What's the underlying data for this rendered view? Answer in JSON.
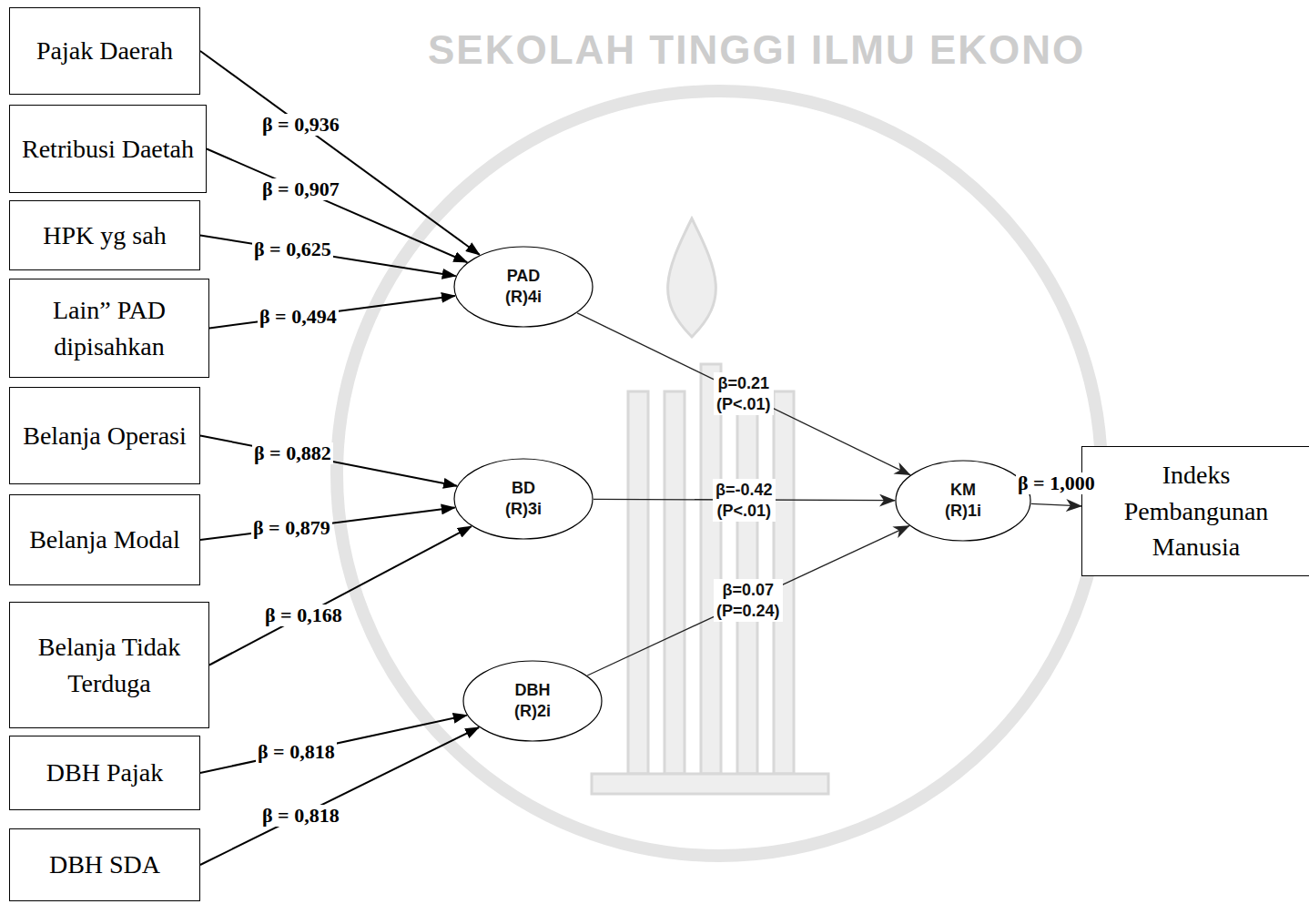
{
  "diagram": {
    "nodes": [
      {
        "text": [
          "Pajak Daerah"
        ]
      },
      {
        "text": [
          "Retribusi Daetah"
        ]
      },
      {
        "text": [
          "HPK yg sah"
        ]
      },
      {
        "text": [
          "Lain” PAD dipisahkan"
        ]
      },
      {
        "text": [
          "Belanja Operasi"
        ]
      },
      {
        "text": [
          "Belanja Modal"
        ]
      },
      {
        "text": [
          "Belanja Tidak Terduga"
        ]
      },
      {
        "text": [
          "DBH Pajak"
        ]
      },
      {
        "text": [
          "DBH SDA"
        ]
      },
      {
        "text": [
          "PAD (R)4i"
        ]
      },
      {
        "text": [
          "BD (R)3i"
        ]
      },
      {
        "text": [
          "DBH (R)2i"
        ]
      },
      {
        "text": [
          "KM (R)1i"
        ]
      },
      {
        "text": [
          "Indeks Pembangunan Manusia"
        ]
      }
    ],
    "edges": [
      {
        "from": 0,
        "to": 9,
        "label": "β = 0,936",
        "arrow": "to"
      },
      {
        "from": 1,
        "to": 9,
        "label": "β = 0,907",
        "arrow": "to"
      },
      {
        "from": 2,
        "to": 9,
        "label": "β = 0,625",
        "arrow": "to"
      },
      {
        "from": 3,
        "to": 9,
        "label": "β = 0,494",
        "arrow": "to"
      },
      {
        "from": 4,
        "to": 10,
        "label": "β = 0,882",
        "arrow": "to"
      },
      {
        "from": 5,
        "to": 10,
        "label": "β = 0,879",
        "arrow": "to"
      },
      {
        "from": 6,
        "to": 10,
        "label": "β = 0,168",
        "arrow": "to"
      },
      {
        "from": 7,
        "to": 11,
        "label": "β = 0,818",
        "arrow": "to"
      },
      {
        "from": 8,
        "to": 11,
        "label": "β = 0,818",
        "arrow": "to"
      },
      {
        "from": 9,
        "to": 12,
        "label": "β=0.21 (P<.01)",
        "arrow": "to"
      },
      {
        "from": 10,
        "to": 12,
        "label": "β=-0.42 (P<.01)",
        "arrow": "to"
      },
      {
        "from": 11,
        "to": 12,
        "label": "β=0.07 (P=0.24)",
        "arrow": "to"
      },
      {
        "from": 12,
        "to": 13,
        "label": "β = 1,000",
        "arrow": "to"
      }
    ],
    "labels": [
      "SEKOLAH TINGGI ILMU EKONO"
    ]
  }
}
